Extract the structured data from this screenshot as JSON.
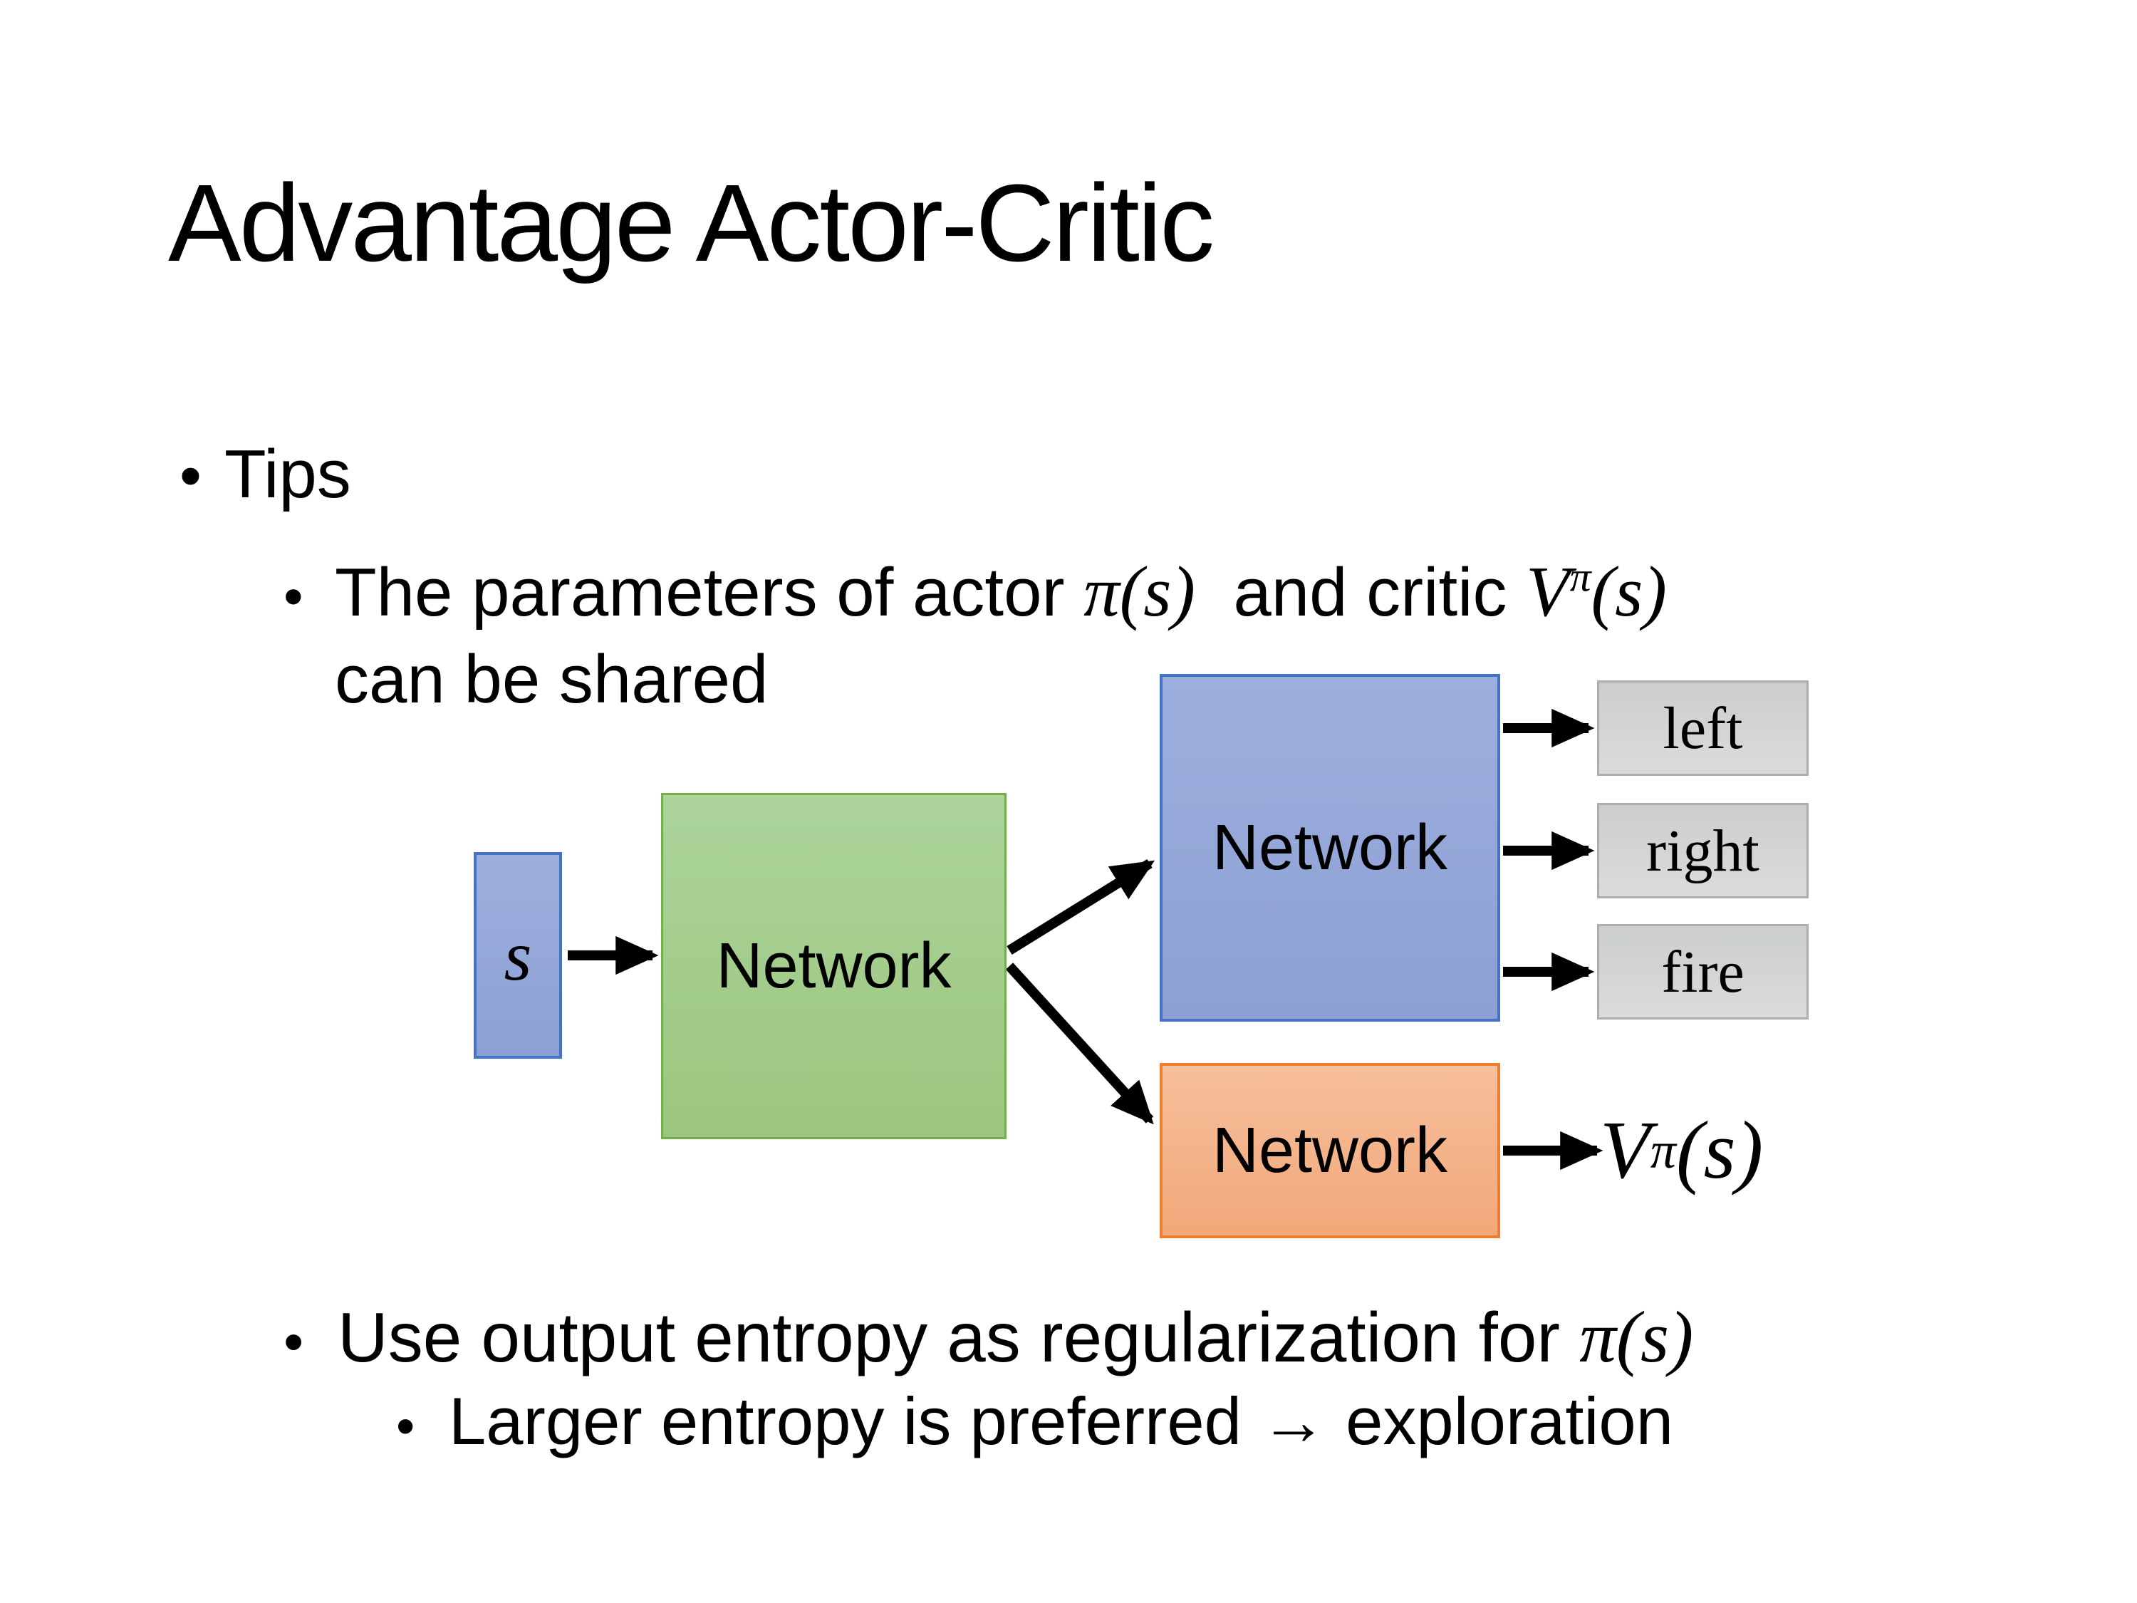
{
  "slide": {
    "title": "Advantage Actor-Critic",
    "background_color": "#FFFFFF",
    "text_color": "#000000"
  },
  "bullets": {
    "tips_label": "Tips",
    "shared_params": {
      "pre": "The parameters of actor ",
      "actor_math": "π(s)",
      "mid": "  and critic ",
      "critic_base": "V",
      "critic_sup": "π",
      "critic_args": "(s)",
      "line2": "can be shared"
    },
    "entropy": {
      "pre": "Use output entropy as regularization for ",
      "pi_math": "π(s)"
    },
    "exploration": "Larger entropy is preferred → exploration"
  },
  "diagram": {
    "state_label": "s",
    "shared_network_label": "Network",
    "actor_network_label": "Network",
    "critic_network_label": "Network",
    "action_outputs": [
      "left",
      "right",
      "fire"
    ],
    "value_output": {
      "base": "V",
      "sup": "π",
      "args": "(s)"
    },
    "colors": {
      "state_fill": "#94A7D8",
      "state_border": "#4472C4",
      "shared_fill": "#A4CD8C",
      "shared_border": "#74AF4C",
      "actor_fill": "#94A7D8",
      "actor_border": "#4472C4",
      "critic_fill": "#F4B48B",
      "critic_border": "#ED7D31",
      "action_fill": "#D2D4D2",
      "action_border": "#ACAEAC",
      "arrow": "#000000"
    }
  }
}
